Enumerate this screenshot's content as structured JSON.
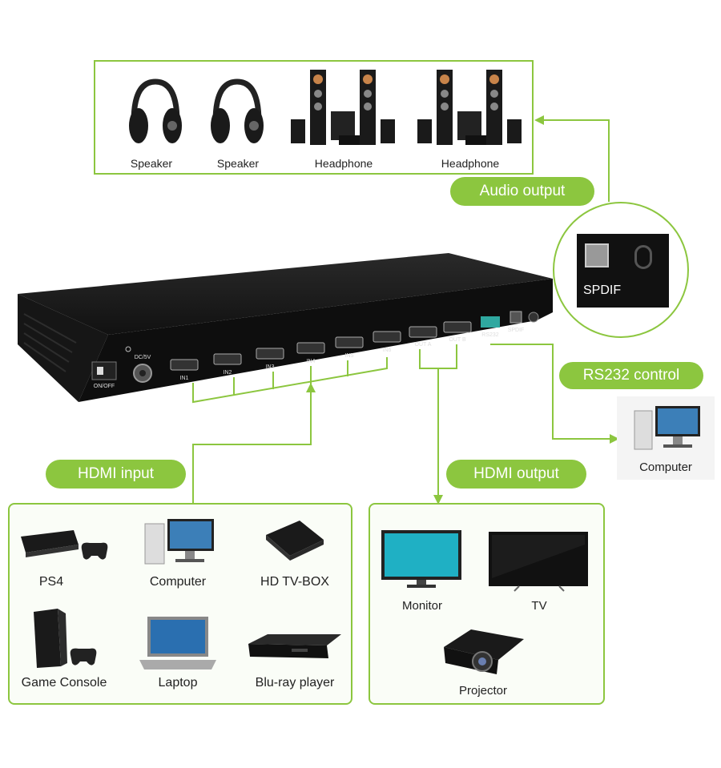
{
  "colors": {
    "accent": "#8cc63f",
    "device": "#1a1a1a",
    "port_label": "#dddddd"
  },
  "audio_output": {
    "label": "Audio output",
    "devices": [
      {
        "label": "Speaker",
        "icon": "headphones-icon"
      },
      {
        "label": "Speaker",
        "icon": "headphones-icon"
      },
      {
        "label": "Headphone",
        "icon": "speaker-system-icon"
      },
      {
        "label": "Headphone",
        "icon": "speaker-system-icon"
      }
    ]
  },
  "zoom_callout": {
    "spdif_label": "SPDIF"
  },
  "device_panel": {
    "power_label": "ON/OFF",
    "dc_label": "DC/5V",
    "inputs": [
      "IN1",
      "IN2",
      "IN3",
      "IN4",
      "IN5",
      "IN6"
    ],
    "outputs": [
      "OUT A",
      "OUT B"
    ],
    "rs232_label": "RS232",
    "spdif_label": "SPDIF"
  },
  "rs232_control": {
    "label": "RS232 control",
    "device_label": "Computer"
  },
  "hdmi_input": {
    "label": "HDMI input",
    "devices": [
      {
        "label": "PS4",
        "icon": "ps4-icon"
      },
      {
        "label": "Computer",
        "icon": "desktop-computer-icon"
      },
      {
        "label": "HD TV-BOX",
        "icon": "tv-box-icon"
      },
      {
        "label": "Game Console",
        "icon": "game-console-icon"
      },
      {
        "label": "Laptop",
        "icon": "laptop-icon"
      },
      {
        "label": "Blu-ray player",
        "icon": "bluray-player-icon"
      }
    ]
  },
  "hdmi_output": {
    "label": "HDMI output",
    "devices": [
      {
        "label": "Monitor",
        "icon": "monitor-icon"
      },
      {
        "label": "TV",
        "icon": "tv-icon"
      },
      {
        "label": "Projector",
        "icon": "projector-icon"
      }
    ]
  }
}
